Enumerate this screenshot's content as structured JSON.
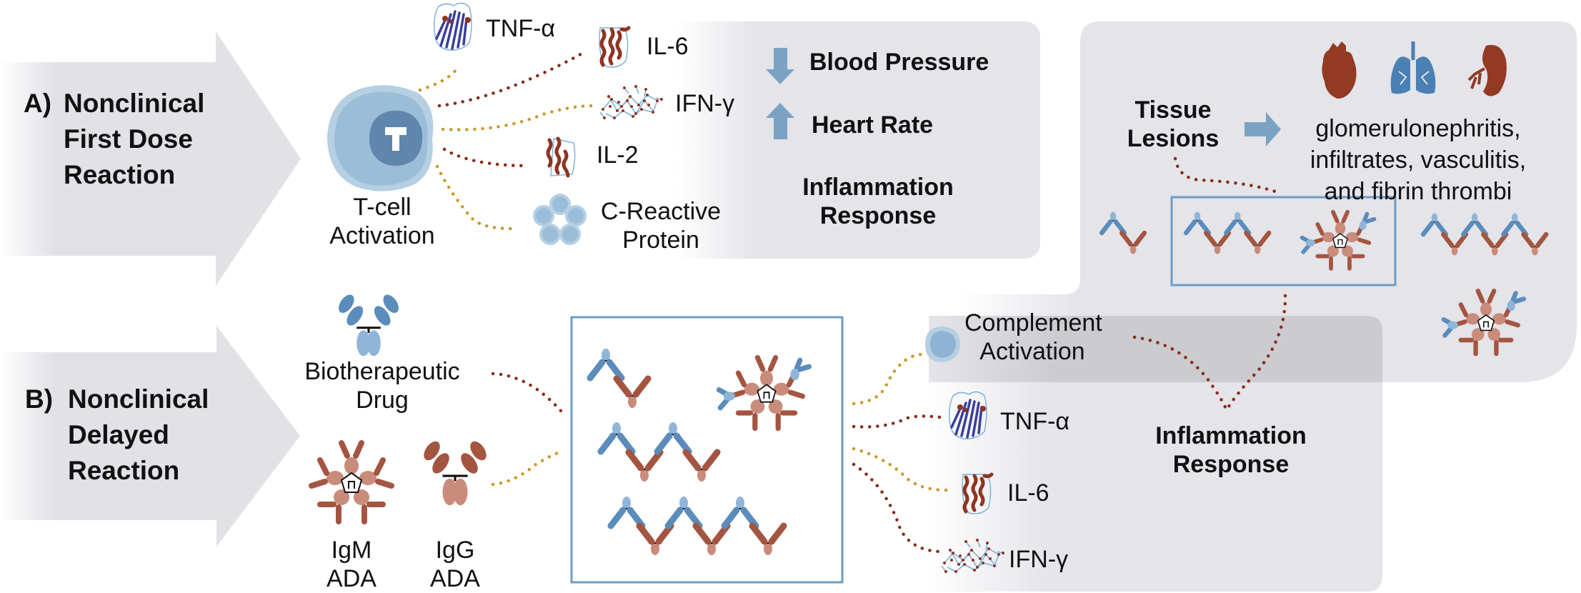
{
  "colors": {
    "panel_grey": "#e4e4e9",
    "overlap_grey": "#cbcbd0",
    "arrow_grey": "#e1e1e6",
    "accent_blue": "#7aa3c3",
    "box_blue": "#6d9cc4",
    "cell_light": "#b5cfe3",
    "cell_mid": "#9bbdd8",
    "cell_dark": "#5f86ad",
    "protein_red": "#8f3421",
    "protein_blue": "#3a3f9a",
    "dot_red": "#8a2a1a",
    "dot_gold": "#c9992a",
    "ab_blue": "#5a8cbc",
    "ab_red": "#a45541",
    "ab_blue_light": "#8fb6d8",
    "ab_red_light": "#c98b7b"
  },
  "section_a": {
    "tag": "A)",
    "title_lines": [
      "Nonclinical",
      "First Dose",
      "Reaction"
    ],
    "tcell": {
      "label_lines": [
        "T-cell",
        "Activation"
      ],
      "nucleus_letter": "T"
    },
    "cytokines": [
      {
        "name": "TNF-α",
        "icon": "tnf-alpha-protein-icon"
      },
      {
        "name": "IL-6",
        "icon": "il6-protein-icon"
      },
      {
        "name": "IFN-γ",
        "icon": "ifn-gamma-protein-icon"
      },
      {
        "name": "IL-2",
        "icon": "il2-protein-icon"
      },
      {
        "name_lines": [
          "C-Reactive",
          "Protein"
        ],
        "icon": "c-reactive-protein-icon"
      }
    ],
    "effects": [
      {
        "label": "Blood Pressure",
        "direction": "down",
        "icon": "arrow-down-icon"
      },
      {
        "label": "Heart Rate",
        "direction": "up",
        "icon": "arrow-up-icon"
      }
    ],
    "response_lines": [
      "Inflammation",
      "Response"
    ]
  },
  "section_b": {
    "tag": "B)",
    "title_lines": [
      "Nonclinical",
      "Delayed",
      "Reaction"
    ],
    "drug": {
      "label_lines": [
        "Biotherapeutic",
        "Drug"
      ],
      "icon": "igg-antibody-blue-icon"
    },
    "adas": [
      {
        "label_lines": [
          "IgM",
          "ADA"
        ],
        "icon": "igm-pentamer-icon"
      },
      {
        "label_lines": [
          "IgG",
          "ADA"
        ],
        "icon": "igg-antibody-red-icon"
      }
    ],
    "complement": {
      "label_lines": [
        "Complement",
        "Activation"
      ]
    },
    "cytokines": [
      {
        "name": "TNF-α",
        "icon": "tnf-alpha-protein-icon"
      },
      {
        "name": "IL-6",
        "icon": "il6-protein-icon"
      },
      {
        "name": "IFN-γ",
        "icon": "ifn-gamma-protein-icon"
      }
    ],
    "response_lines": [
      "Inflammation",
      "Response"
    ]
  },
  "tissue": {
    "label_lines": [
      "Tissue",
      "Lesions"
    ],
    "organs": [
      "heart-icon",
      "lungs-icon",
      "kidney-icon"
    ],
    "findings_lines": [
      "glomerulonephritis,",
      "infiltrates, vasculitis,",
      "and fibrin thrombi"
    ]
  }
}
